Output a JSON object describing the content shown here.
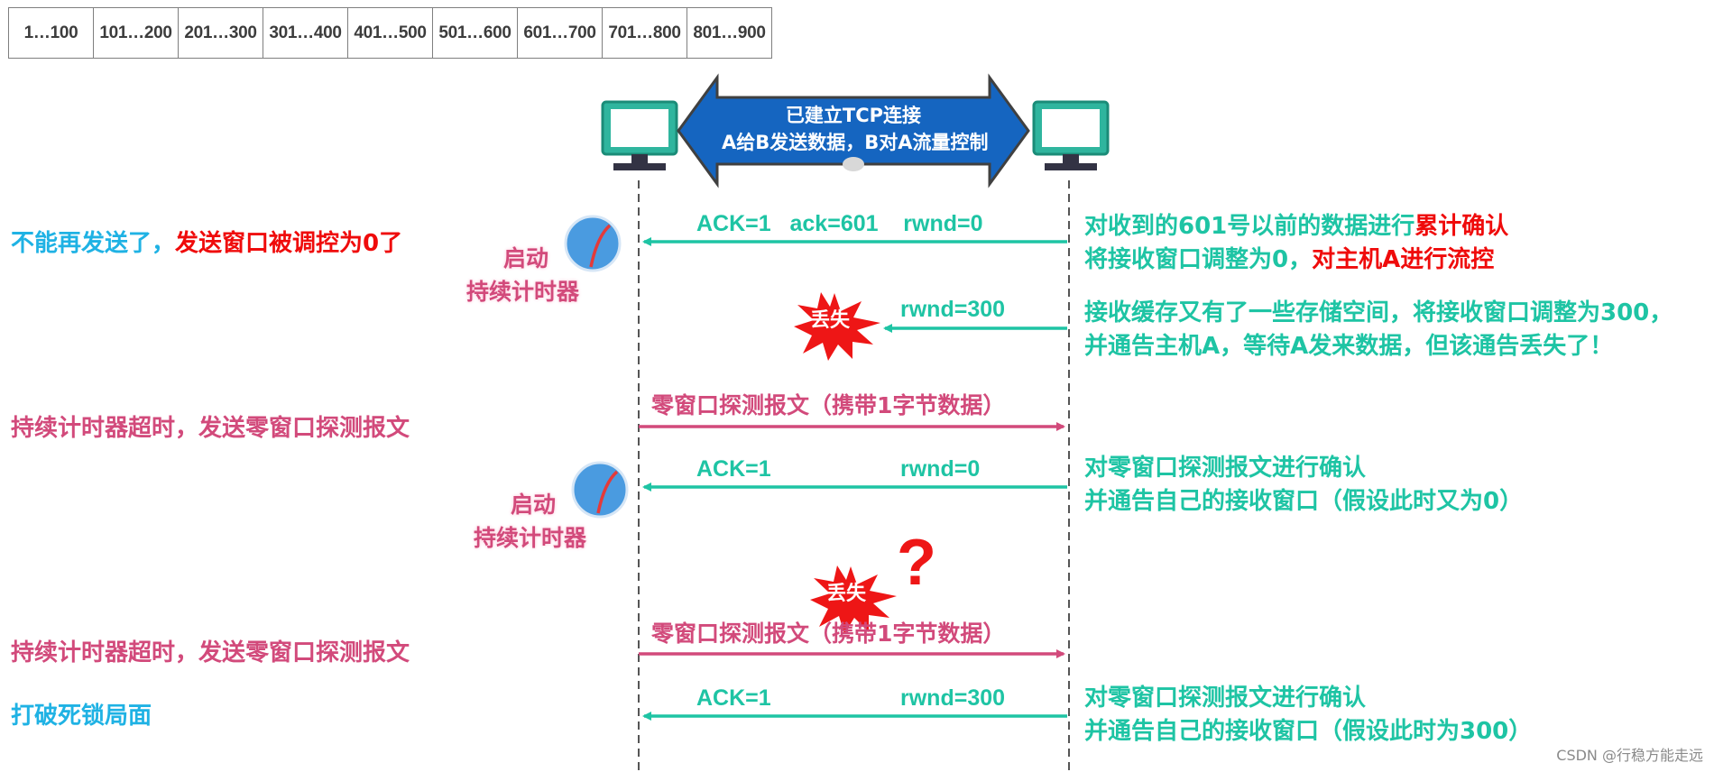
{
  "seq_ranges": [
    "1…100",
    "101…200",
    "201…300",
    "301…400",
    "401…500",
    "501…600",
    "601…700",
    "701…800",
    "801…900"
  ],
  "host_a": "A",
  "host_b": "B",
  "banner": {
    "line1": "已建立TCP连接",
    "line2": "A给B发送数据，B对A流量控制"
  },
  "left_notes": {
    "cannot_send_a": "不能再发送了，",
    "cannot_send_b": "发送窗口被调控为0了",
    "timeout1": "持续计时器超时，发送零窗口探测报文",
    "timeout2": "持续计时器超时，发送零窗口探测报文",
    "break_deadlock": "打破死锁局面"
  },
  "timer_label": {
    "line1": "启动",
    "line2": "持续计时器"
  },
  "arrows": {
    "ack1": "ACK=1   ack=601    rwnd=0",
    "rwnd300": "rwnd=300",
    "probe1": "零窗口探测报文（携带1字节数据）",
    "ack2_a": "ACK=1",
    "ack2_b": "rwnd=0",
    "probe2": "零窗口探测报文（携带1字节数据）",
    "ack3_a": "ACK=1",
    "ack3_b": "rwnd=300"
  },
  "lost_label": "丢失",
  "question_mark": "?",
  "right_notes": {
    "n1_a": "对收到的601号以前的数据进行",
    "n1_b": "累计确认",
    "n1_c": "将接收窗口调整为0，",
    "n1_d": "对主机A进行流控",
    "n2_line1": "接收缓存又有了一些存储空间，将接收窗口调整为300，",
    "n2_line2": "并通告主机A，等待A发来数据，但该通告丢失了！",
    "n3_line1": "对零窗口探测报文进行确认",
    "n3_line2": "并通告自己的接收窗口（假设此时又为0）",
    "n4_line1": "对零窗口探测报文进行确认",
    "n4_line2": "并通告自己的接收窗口（假设此时为300）"
  },
  "watermark": "CSDN @行稳方能走远",
  "colors": {
    "teal": "#1ec4a4",
    "pink": "#d24a7b",
    "blue_note": "#1fb2e4",
    "red": "#ef0b0b",
    "banner": "#1565c0"
  }
}
